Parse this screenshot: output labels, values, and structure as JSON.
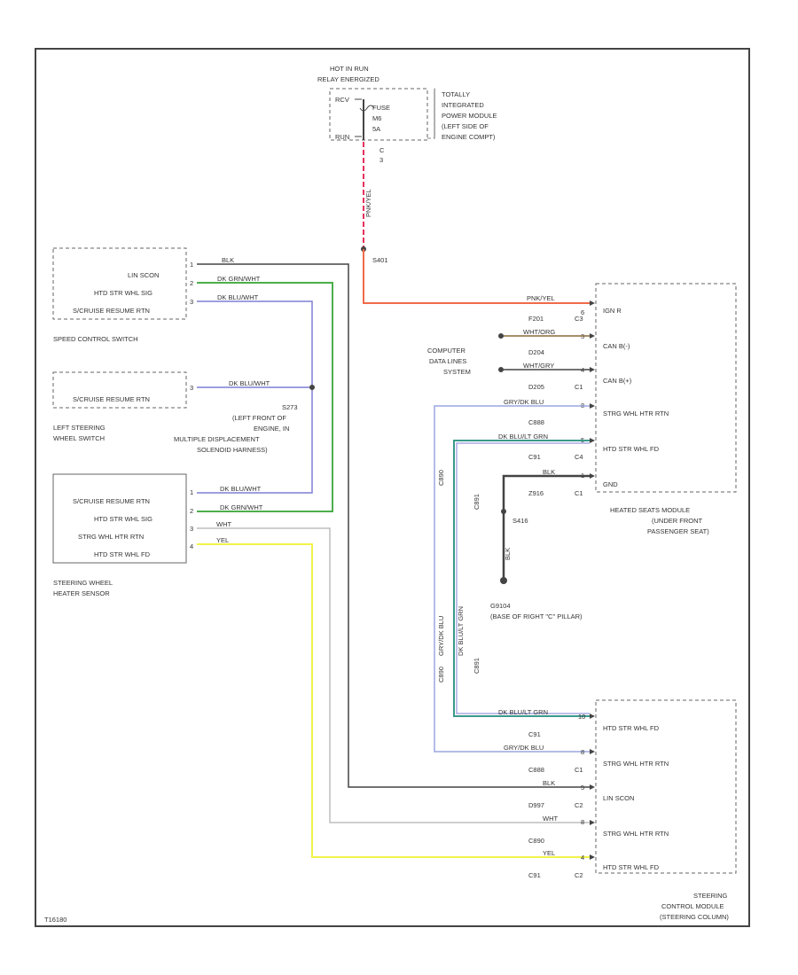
{
  "relay": {
    "title_line1": "HOT IN RUN",
    "title_line2": "RELAY ENERGIZED",
    "pin_label": "RCV",
    "fuse_line1": "FUSE",
    "fuse_line2": "M6",
    "fuse_line3": "5A",
    "pin_b_label": "RUN",
    "conn_label": "C",
    "pin_num": "3",
    "module_lines": [
      "TOTALLY",
      "INTEGRATED",
      "POWER MODULE",
      "(LEFT SIDE OF",
      "ENGINE COMPT)"
    ]
  },
  "splices": {
    "s401": "S401",
    "s273_lines": [
      "S273",
      "(LEFT FRONT OF",
      "ENGINE, IN",
      "MULTIPLE DISPLACEMENT",
      "SOLENOID HARNESS)"
    ],
    "s416": "S416",
    "g9104_line1": "G9104",
    "g9104_line2": "(BASE OF RIGHT \"C\" PILLAR)"
  },
  "speed_control_switch": {
    "name": "SPEED CONTROL SWITCH",
    "rows": [
      "LIN SCON",
      "HTD STR WHL SIG",
      "S/CRUISE RESUME RTN"
    ],
    "pins": [
      "1",
      "2",
      "3"
    ]
  },
  "left_steering_switch": {
    "name_line1": "LEFT STEERING",
    "name_line2": "WHEEL SWITCH",
    "rows": [
      "S/CRUISE RESUME RTN"
    ],
    "pins": [
      "3"
    ]
  },
  "steering_wheel_heater": {
    "name_line1": "STEERING WHEEL",
    "name_line2": "HEATER SENSOR",
    "rows": [
      "S/CRUISE RESUME RTN",
      "HTD STR WHL SIG",
      "STRG WHL HTR RTN",
      "HTD STR WHL FD"
    ],
    "pins": [
      "1",
      "2",
      "3",
      "4"
    ]
  },
  "wire_labels": {
    "blk": "BLK",
    "dg_orange": "DK GRN/WHT",
    "dg_blue": "DK BLU/WHT",
    "dg_blue2": "DK BLU/WHT",
    "dg_blue3": "DK BLU/WHT",
    "dg_orange2": "DK GRN/WHT",
    "wht": "WHT",
    "yel": "YEL",
    "pnk": "PNK/YEL",
    "riser": "PNK/YEL",
    "wht_org": "WHT/ORG",
    "wht_grn": "WHT/GRY",
    "grn_blu": "GRY/DK BLU",
    "lb_grn": "DK BLU/LT GRN",
    "blk2": "BLK",
    "vert1": "GRY/DK BLU",
    "vert2": "DK BLU/LT GRN",
    "lb_grn2": "DK BLU/LT GRN",
    "grn_blu2": "GRY/DK BLU",
    "blk3": "BLK",
    "wht2": "WHT",
    "yel2": "YEL",
    "blk_v": "BLK"
  },
  "connector_labels": {
    "f201": "F201",
    "c3": "C3",
    "d204": "D204",
    "d205": "D205",
    "c1a": "C1",
    "c888": "C888",
    "c91": "C91",
    "c4": "C4",
    "z916": "Z916",
    "c1b": "C1",
    "c91b": "C91",
    "c888b": "C888",
    "c1c": "C1",
    "d997": "D997",
    "c2a": "C2",
    "c890": "C890",
    "c91c": "C91",
    "c2b": "C2",
    "c890v": "C890",
    "c891v": "C891",
    "c891v2": "C891",
    "c890v2": "C890"
  },
  "computer_data_lines": [
    "COMPUTER",
    "DATA LINES",
    "SYSTEM"
  ],
  "heated_seats_module": {
    "name_lines": [
      "HEATED SEATS MODULE",
      "(UNDER FRONT",
      "PASSENGER SEAT)"
    ],
    "rows": [
      "IGN R",
      "CAN B(-)",
      "CAN B(+)",
      "STRG WHL HTR RTN",
      "HTD STR WHL FD",
      "GND"
    ],
    "pins": [
      "6",
      "3",
      "4",
      "8",
      "5",
      "1"
    ]
  },
  "steering_control_module": {
    "name_lines": [
      "STEERING",
      "CONTROL MODULE",
      "(STEERING COLUMN)"
    ],
    "rows": [
      "HTD STR WHL FD",
      "STRG WHL HTR RTN",
      "LIN SCON",
      "STRG WHL HTR RTN",
      "HTD STR WHL FD"
    ],
    "pins": [
      "10",
      "8",
      "5",
      "8",
      "4"
    ]
  },
  "footer_code": "T16180",
  "colors": {
    "black": "#444444",
    "green": "#4cae4c",
    "blue": "#7f7fd6",
    "gray": "#bdbdbd",
    "yellow": "#f2f24a",
    "pink": "#f06a4a",
    "pink_dashed": "#e8305a",
    "teal": "#3a9a8a",
    "lightblue": "#9aa6e0"
  }
}
